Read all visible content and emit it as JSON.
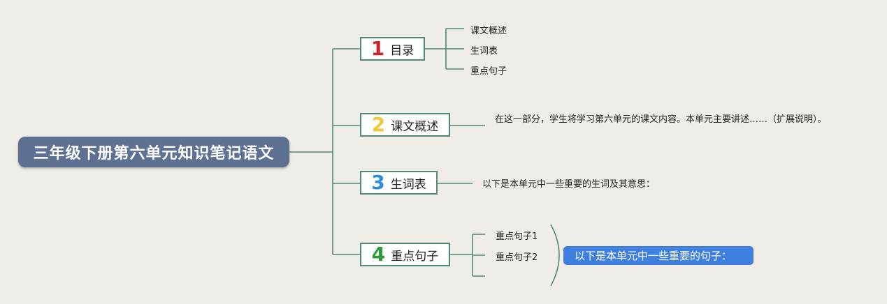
{
  "root": {
    "title": "三年级下册第六单元知识笔记语文"
  },
  "branches": [
    {
      "num": "1",
      "label": "目录",
      "color": "#d0202a"
    },
    {
      "num": "2",
      "label": "课文概述",
      "color": "#f0c93a"
    },
    {
      "num": "3",
      "label": "生词表",
      "color": "#2a8fd6"
    },
    {
      "num": "4",
      "label": "重点句子",
      "color": "#2a9a3a"
    }
  ],
  "toc_items": [
    "课文概述",
    "生词表",
    "重点句子"
  ],
  "overview_text": "在这一部分，学生将学习第六单元的课文内容。本单元主要讲述……（扩展说明）。",
  "vocab_text": "以下是本单元中一些重要的生词及其意思：",
  "sentence_items": [
    "重点句子1",
    "重点句子2"
  ],
  "sentence_summary": "以下是本单元中一些重要的句子：",
  "colors": {
    "line": "#4f8a78",
    "root_bg": "#5e7193",
    "pill_bg": "#3f7fe0",
    "background": "#f0ece7"
  }
}
